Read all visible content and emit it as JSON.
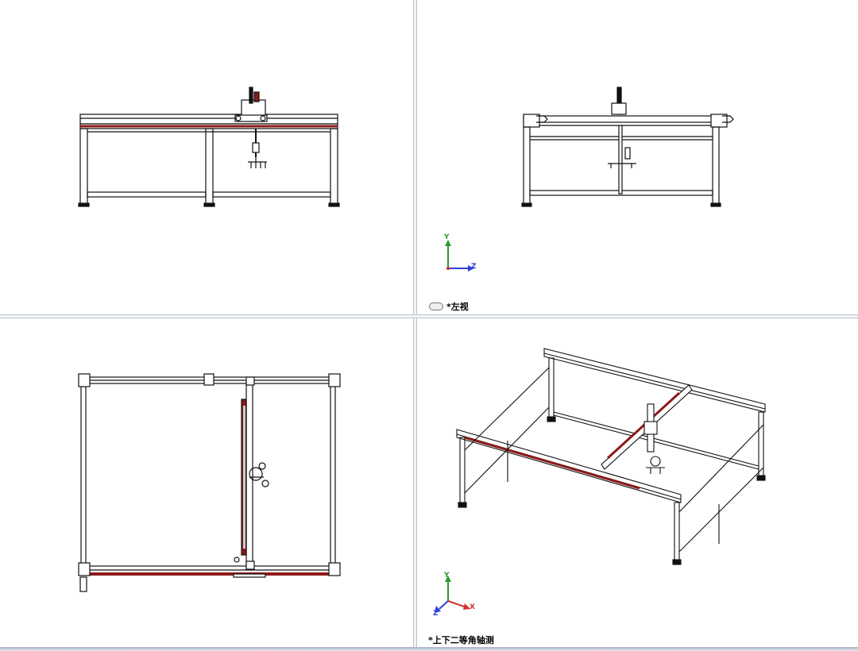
{
  "views": {
    "top_left": {
      "title": ""
    },
    "top_right": {
      "label": "*左视",
      "axes": {
        "vertical": "Y",
        "horizontal": "Z"
      }
    },
    "bottom_left": {
      "label": ""
    },
    "bottom_right": {
      "label": "*上下二等角轴测",
      "axes": {
        "vertical": "Y",
        "horizontal": "X",
        "depth": "Z"
      }
    }
  },
  "colors": {
    "frame": "#111111",
    "rail_red": "#8b1a1a",
    "axis_y": "#2f9a2f",
    "axis_z": "#2e3fd4",
    "axis_x": "#d42e2e",
    "divider": "#a9b3c6"
  },
  "icons": {
    "link": "link-icon",
    "triad": "axis-triad-icon"
  }
}
